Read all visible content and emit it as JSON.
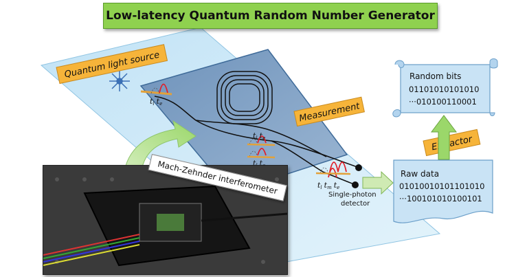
{
  "title": "Low-latency Quantum Random Number Generator",
  "labels": {
    "source": "Quantum light source",
    "measurement": "Measurement",
    "mzi": "Mach-Zehnder interferometer",
    "detector_line1": "Single-photon",
    "detector_line2": "detector",
    "extractor": "Extractor"
  },
  "time_marks": {
    "source": [
      "t",
      "l",
      "t",
      "e"
    ],
    "arm_top": [
      "t",
      "l",
      "t",
      "e"
    ],
    "arm_bottom": [
      "t",
      "l",
      "t",
      "e"
    ],
    "output": [
      "t",
      "l",
      "t",
      "m",
      "t",
      "e"
    ]
  },
  "raw_data": {
    "title": "Raw data",
    "line1": "01010010101101010",
    "line2": "···100101010100101"
  },
  "random_bits": {
    "title": "Random bits",
    "line1": "01101010101010",
    "line2": "···010100110001"
  },
  "colors": {
    "title_bg": "#8fd14f",
    "board": "#cfe9f7",
    "chip": "#2f6fb0",
    "chip_inner": "#8aa9c9",
    "label_orange": "#f6b43a",
    "pulse_red": "#e0202a",
    "arrow_green": "#8fd14f",
    "doc_blue": "#c9e3f5"
  }
}
